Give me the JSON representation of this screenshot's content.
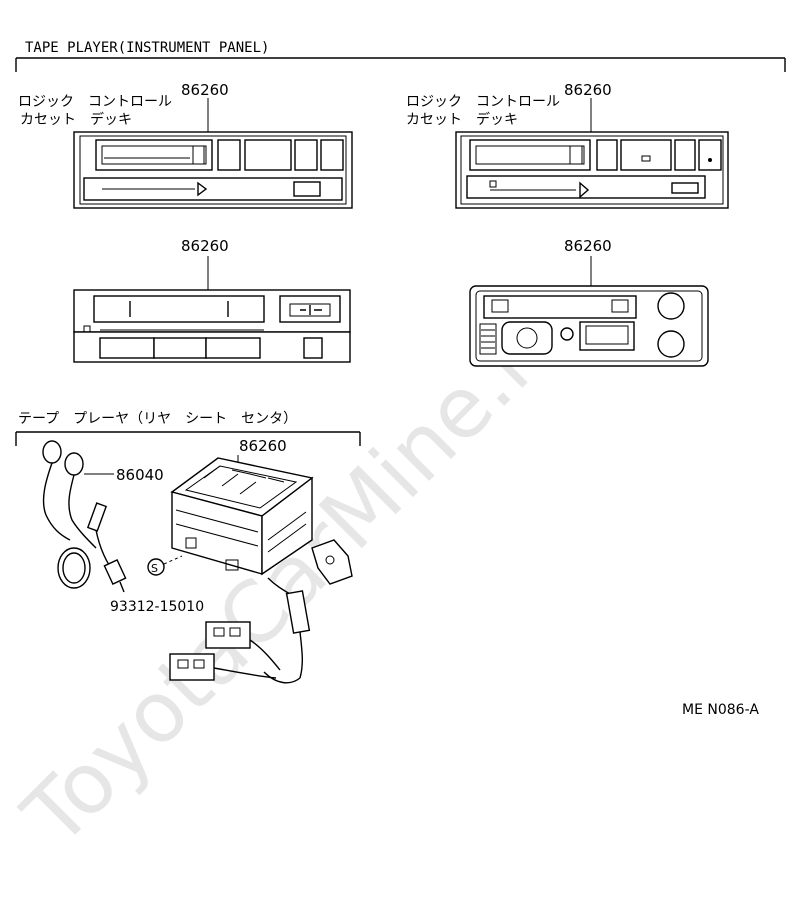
{
  "watermark": "ToyotaCarMine.ru",
  "section_instrument": {
    "title": "TAPE  PLAYER(INSTRUMENT  PANEL)"
  },
  "section_rear": {
    "title": "テープ　プレーヤ（リヤ　シート　センタ）"
  },
  "units": {
    "unit1": {
      "part_no": "86260",
      "desc_line1": "ロジック　コントロール",
      "desc_line2": "カセット　デッキ"
    },
    "unit2": {
      "part_no": "86260",
      "desc_line1": "ロジック　コントロール",
      "desc_line2": "カセット　デッキ"
    },
    "unit3": {
      "part_no": "86260"
    },
    "unit4": {
      "part_no": "86260"
    },
    "unit5": {
      "part_no": "86260"
    }
  },
  "headphones": {
    "part_no": "86040"
  },
  "screw": {
    "part_no": "93312-15010",
    "symbol": "S"
  },
  "ref_code": "ME N086-A"
}
